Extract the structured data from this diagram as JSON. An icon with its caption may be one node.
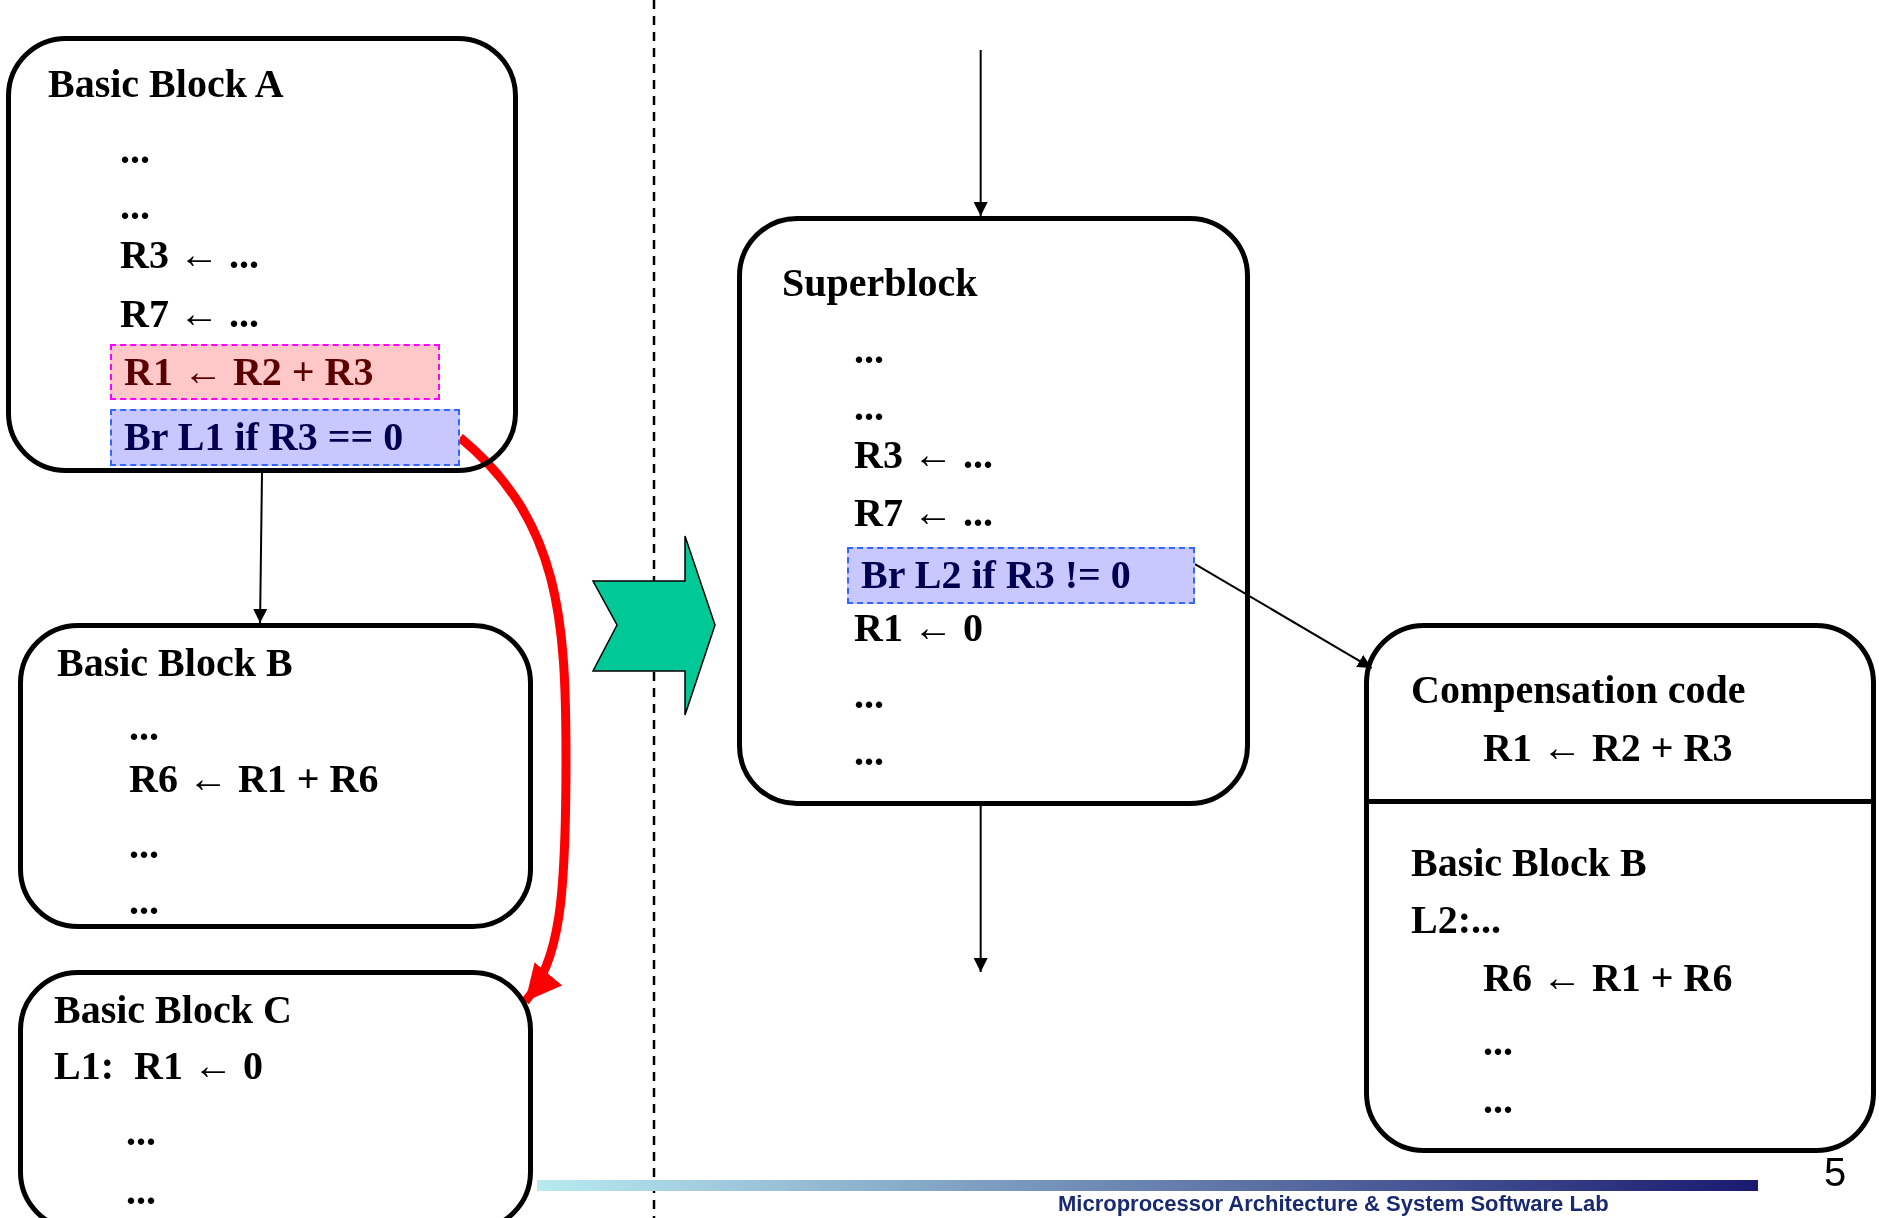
{
  "diagram": {
    "nodes": [
      {
        "text": [
          "Basic Block A",
          "...",
          "...",
          "R3 ← ...",
          "R7 ← ..."
        ]
      },
      {
        "text": [
          "R1 ← R2 + R3"
        ],
        "in": 0
      },
      {
        "text": [
          "Br L1 if R3 == 0"
        ],
        "in": 0
      },
      {
        "text": [
          "Basic Block B",
          "...",
          "R6 ← R1 + R6",
          "...",
          "..."
        ]
      },
      {
        "text": [
          "Basic Block C",
          "L1:  R1 ← 0",
          "...",
          "..."
        ]
      },
      {
        "text": [
          "Superblock",
          "...",
          "...",
          "R3 ← ...",
          "R7 ← ...",
          "R1 ← 0",
          "...",
          "..."
        ]
      },
      {
        "text": [
          "Br L2 if R3 != 0"
        ],
        "in": 5
      },
      {
        "text": [
          "Compensation code",
          "R1 ← R2 + R3",
          "Basic Block B",
          "L2:...",
          "R6 ← R1 + R6",
          "...",
          "..."
        ]
      }
    ],
    "edges": [
      {
        "from": 0,
        "to": 3,
        "arrow": "to"
      },
      {
        "from": 2,
        "to": 4,
        "arrow": "to",
        "style": "thick",
        "color": "#ff0000"
      },
      {
        "from": null,
        "to": 5,
        "arrow": "to"
      },
      {
        "from": 5,
        "to": null,
        "arrow": "to"
      },
      {
        "from": 6,
        "to": 7,
        "arrow": "to"
      }
    ],
    "labels": [
      "5",
      "Microprocessor Architecture & System Software Lab"
    ]
  }
}
